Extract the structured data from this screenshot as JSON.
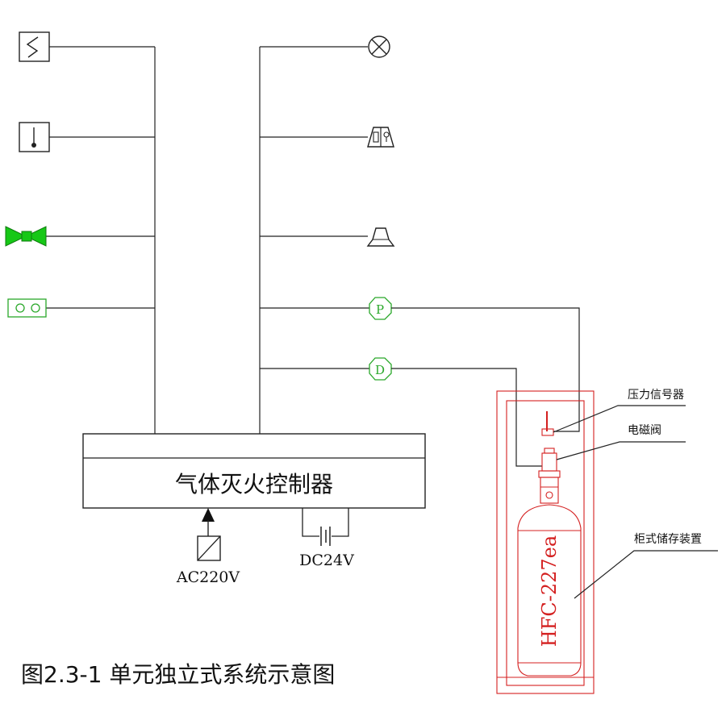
{
  "controller": {
    "label": "气体灭火控制器"
  },
  "power": {
    "ac_label": "AC220V",
    "dc_label": "DC24V"
  },
  "signals": {
    "pressure_letter": "P",
    "valve_letter": "D"
  },
  "callouts": {
    "pressure_switch": "压力信号器",
    "solenoid_valve": "电磁阀",
    "cabinet_unit": "柜式储存装置"
  },
  "cylinder": {
    "label": "HFC-227ea"
  },
  "caption": "图2.3-1 单元独立式系统示意图",
  "colors": {
    "line": "#222222",
    "cabinet": "#d42020",
    "signal": "#2aa82a",
    "valve_fill": "#16c816"
  },
  "icons": {
    "left": [
      "smoke-detector-icon",
      "heat-detector-icon",
      "manual-valve-icon",
      "start-stop-button-icon"
    ],
    "right": [
      "indicator-lamp-icon",
      "sound-light-alarm-icon",
      "alarm-bell-icon",
      "pressure-signal-icon",
      "solenoid-signal-icon"
    ]
  }
}
